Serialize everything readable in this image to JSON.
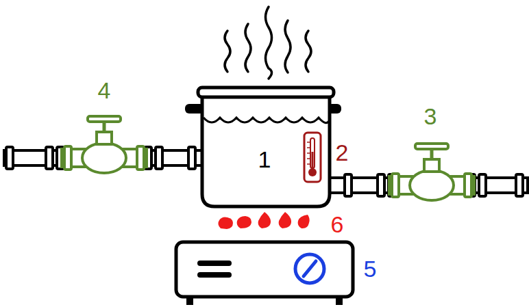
{
  "diagram": {
    "labels": [
      "4",
      "3",
      "1",
      "2",
      "6",
      "5"
    ]
  }
}
